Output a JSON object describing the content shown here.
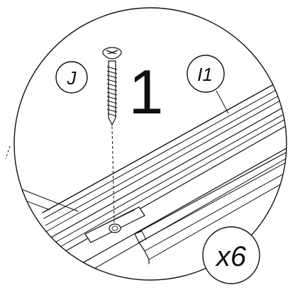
{
  "diagram": {
    "step_number": "1",
    "screw_callout": "J",
    "rail_callout": "I1",
    "quantity_callout": "x6",
    "colors": {
      "line": "#111111",
      "background": "#ffffff"
    }
  }
}
